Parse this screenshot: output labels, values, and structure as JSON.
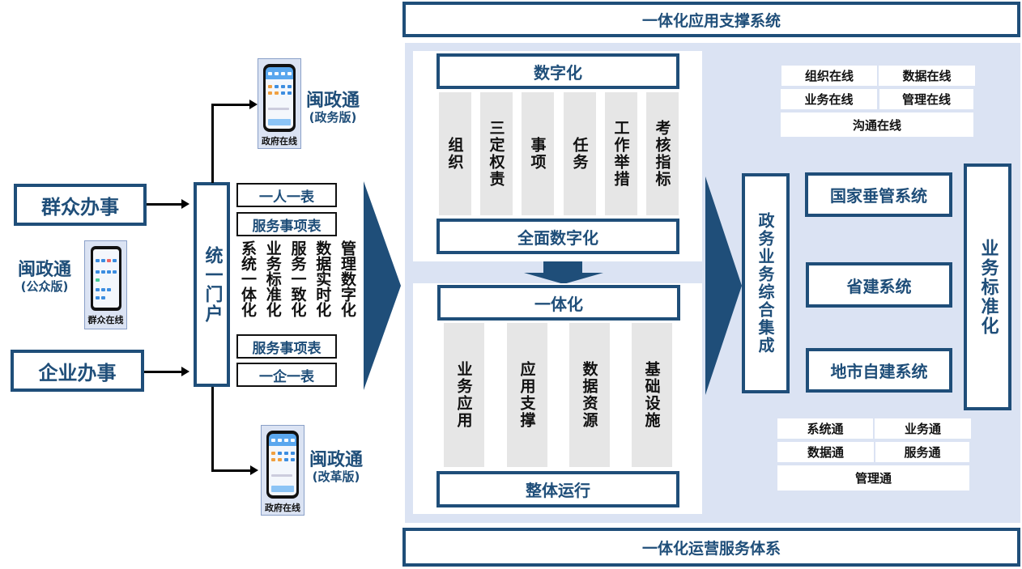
{
  "colors": {
    "primary": "#1f4e79",
    "panel_bg": "#dbe3f3",
    "pillar_bg": "#e6e6e6"
  },
  "left": {
    "citizen_service": "群众办事",
    "enterprise_service": "企业办事",
    "public_app": {
      "name": "闽政通",
      "edition": "(公众版)",
      "phone_label": "群众在线"
    },
    "gov_app_top": {
      "name": "闽政通",
      "edition": "(政务版)",
      "phone_label": "政府在线"
    },
    "gov_app_bottom": {
      "name": "闽政通",
      "edition": "(改革版)",
      "phone_label": "政府在线"
    },
    "portal": "统一门户"
  },
  "portal_tables": {
    "top_person": "一人一表",
    "service_items_top": "服务事项表",
    "principles": [
      "系统一体化",
      "业务标准化",
      "服务一致化",
      "数据实时化",
      "管理数字化"
    ],
    "service_items_bottom": "服务事项表",
    "bottom_enterprise": "一企一表"
  },
  "top_banner": "一体化应用支撑系统",
  "bottom_banner": "一体化运营服务体系",
  "digitization": {
    "title": "数字化",
    "pillars": [
      "组织",
      "三定权责",
      "事项",
      "任务",
      "工作举措",
      "考核指标"
    ],
    "footer": "全面数字化"
  },
  "integration": {
    "title": "一体化",
    "pillars": [
      "业务应用",
      "应用支撑",
      "数据资源",
      "基础设施"
    ],
    "footer": "整体运行"
  },
  "online_grid": {
    "cells": [
      "组织在线",
      "数据在线",
      "业务在线",
      "管理在线"
    ],
    "wide": "沟通在线"
  },
  "integration_column": "政务业务综合集成",
  "systems": [
    "国家垂管系统",
    "省建系统",
    "地市自建系统"
  ],
  "standardization": "业务标准化",
  "connect_grid": {
    "cells": [
      "系统通",
      "业务通",
      "数据通",
      "服务通"
    ],
    "wide": "管理通"
  }
}
